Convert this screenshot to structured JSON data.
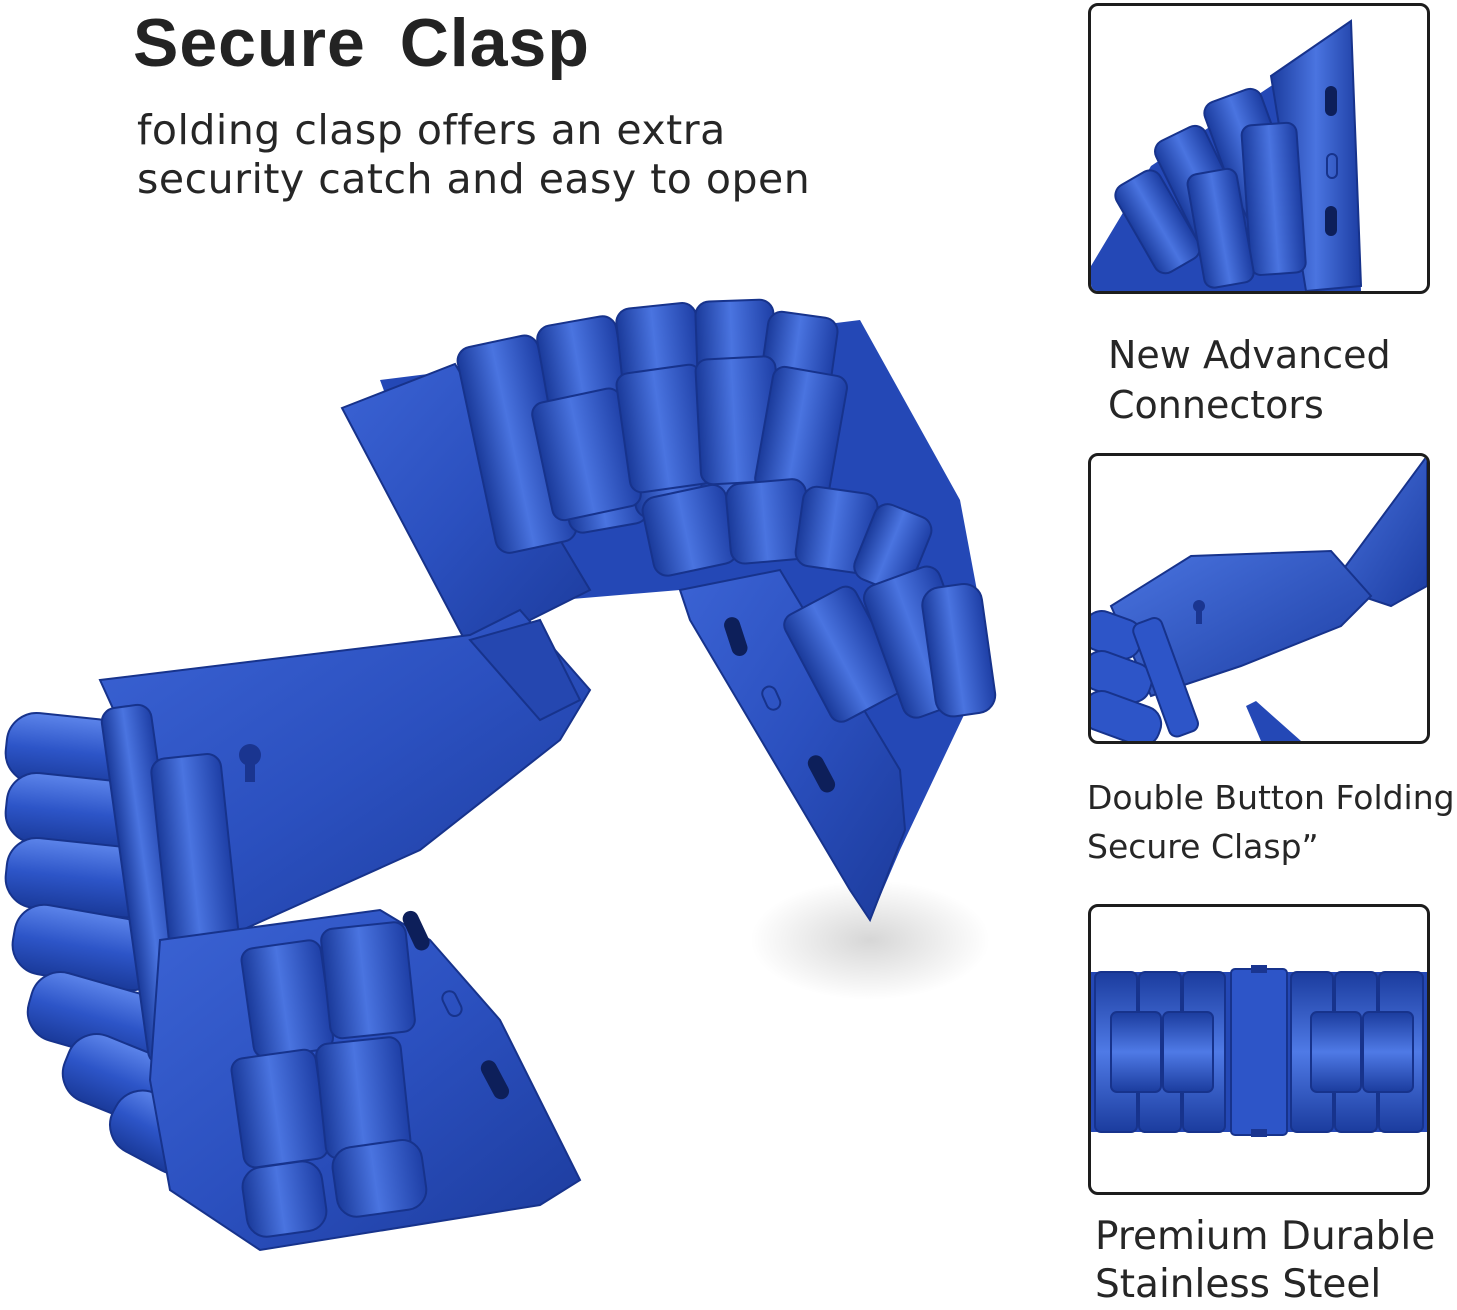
{
  "headline": "Secure  Clasp",
  "subtitle": {
    "line1": "folding clasp offers an extra",
    "line2": "security catch and easy to open"
  },
  "features": [
    {
      "line1": "New Advanced",
      "line2": "Connectors",
      "image": "connector-closeup"
    },
    {
      "line1": "Double Button Folding",
      "line2": "Secure Clasp”",
      "image": "clasp-closeup"
    },
    {
      "line1": "Premium Durable",
      "line2": "Stainless Steel",
      "image": "band-links-closeup"
    }
  ],
  "colors": {
    "band_blue": "#2d55c8",
    "band_dark": "#1a3a9a",
    "band_light": "#5a82e6",
    "text": "#232323",
    "frame_border": "#1d1d1d"
  }
}
